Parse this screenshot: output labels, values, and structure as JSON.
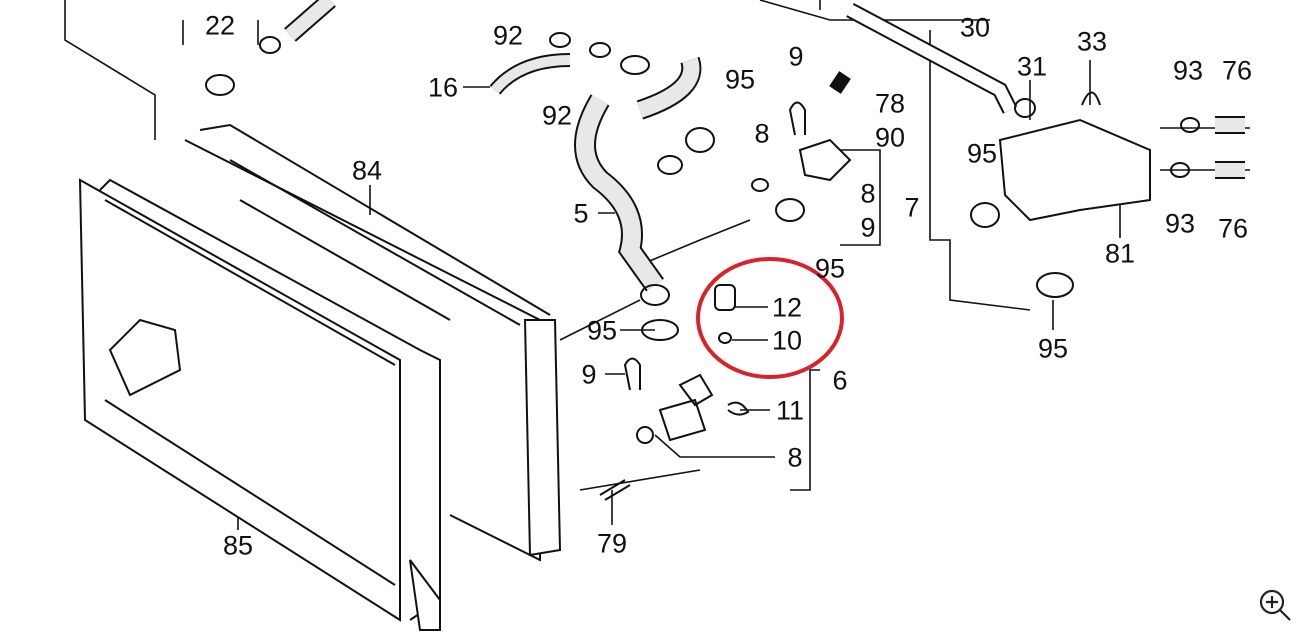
{
  "diagram": {
    "labels": [
      "22",
      "92",
      "16",
      "92",
      "95",
      "9",
      "78",
      "90",
      "8",
      "8",
      "7",
      "9",
      "95",
      "5",
      "84",
      "30",
      "33",
      "31",
      "93",
      "76",
      "95",
      "93",
      "76",
      "81",
      "95",
      "12",
      "10",
      "95",
      "9",
      "6",
      "11",
      "8",
      "79",
      "85"
    ],
    "highlight_color": "#d9232a"
  },
  "controls": {
    "zoom_icon": "zoom-in-icon"
  }
}
